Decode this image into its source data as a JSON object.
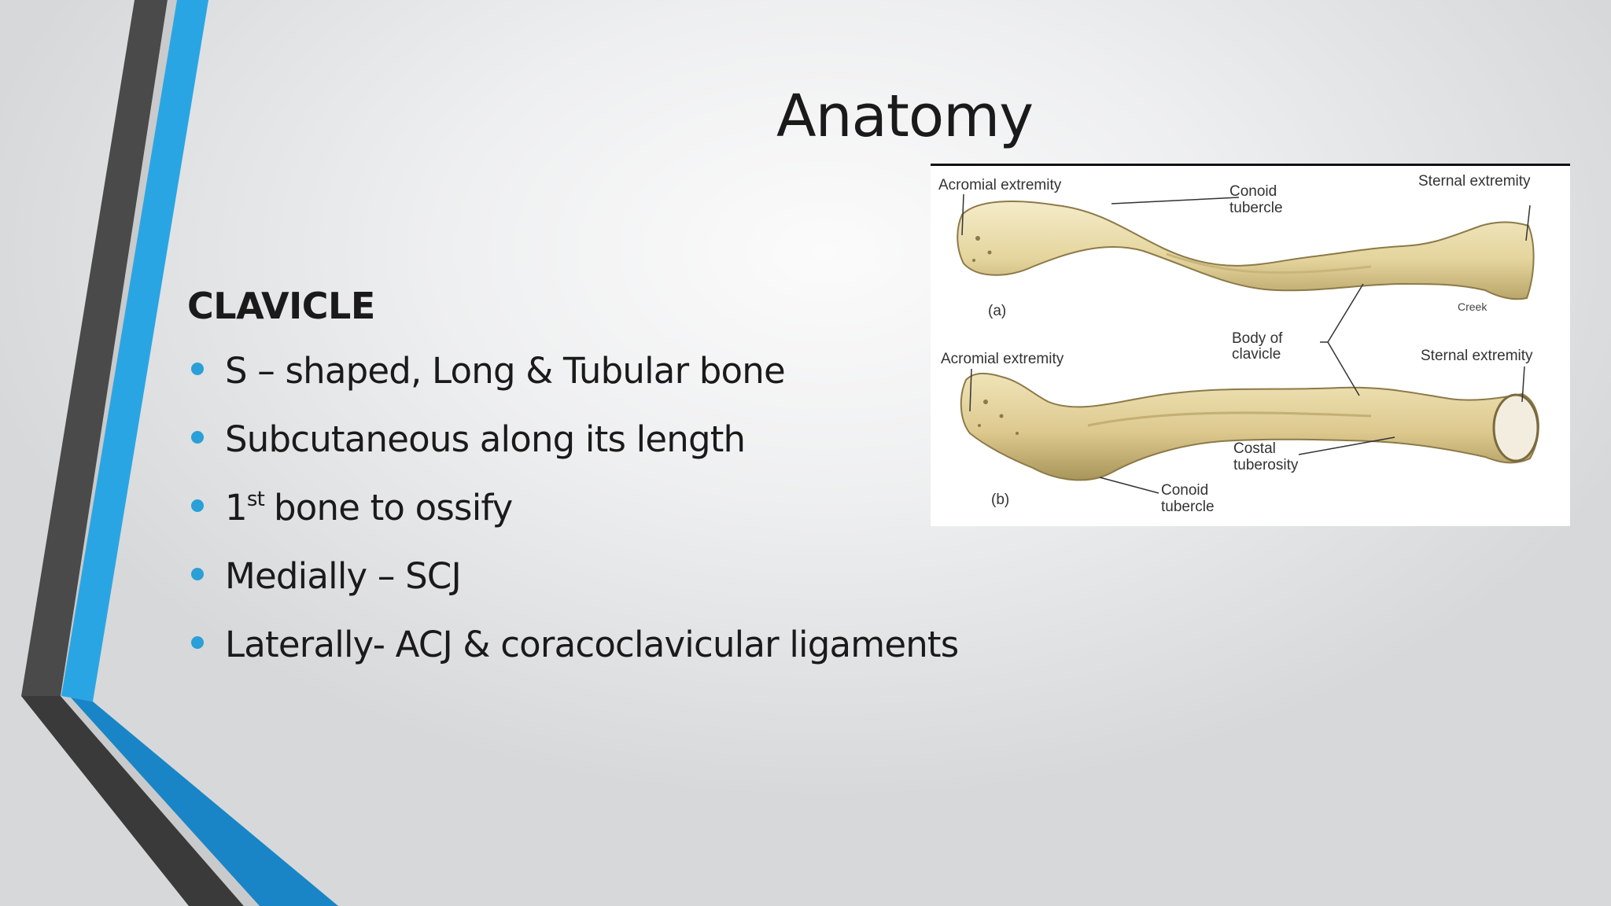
{
  "slide": {
    "title": "Anatomy",
    "heading": "CLAVICLE",
    "bullets": [
      {
        "text": "S – shaped, Long & Tubular bone"
      },
      {
        "prefix": "1",
        "sup": "st",
        "text": "bone to ossify"
      },
      {
        "text": "Subcutaneous along its length"
      },
      {
        "text": "Medially – SCJ"
      },
      {
        "text": "Laterally- ACJ & coracoclavicular ligaments"
      }
    ]
  },
  "figure": {
    "labels": {
      "acromial_a": "Acromial extremity",
      "conoid_a_1": "Conoid",
      "conoid_a_2": "tubercle",
      "sternal_a": "Sternal extremity",
      "panel_a": "(a)",
      "credit": "Creek",
      "body_1": "Body of",
      "body_2": "clavicle",
      "acromial_b": "Acromial extremity",
      "sternal_b": "Sternal extremity",
      "costal_1": "Costal",
      "costal_2": "tuberosity",
      "conoid_b_1": "Conoid",
      "conoid_b_2": "tubercle",
      "panel_b": "(b)"
    }
  },
  "colors": {
    "accent_blue": "#2a9fd8",
    "dark_stripe": "#4a4a4a",
    "bone": "#e6d9a8"
  }
}
